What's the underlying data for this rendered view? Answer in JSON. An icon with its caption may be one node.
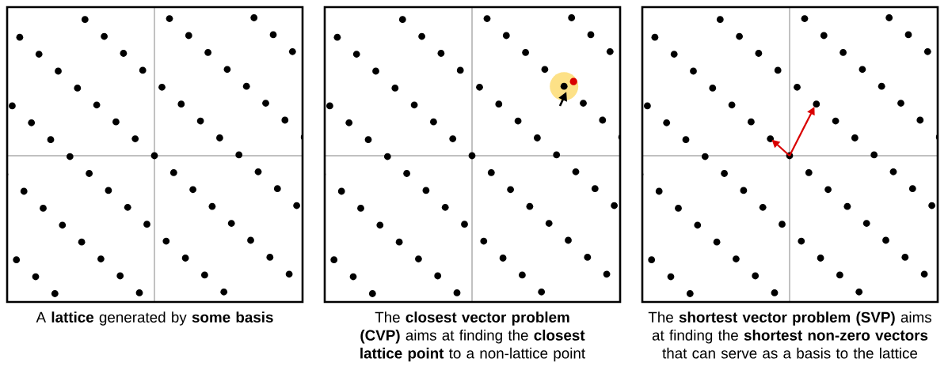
{
  "diagram": {
    "nodes": [
      {
        "text": [
          "A **lattice** generated by **some basis**"
        ]
      },
      {
        "text": [
          "The **closest vector problem (CVP)** aims at finding the **closest lattice point** to a non-lattice point"
        ]
      },
      {
        "text": [
          "The **shortest vector problem (SVP)** aims at finding the **shortest non-zero vectors** that can serve as a basis to the lattice"
        ]
      }
    ]
  }
}
